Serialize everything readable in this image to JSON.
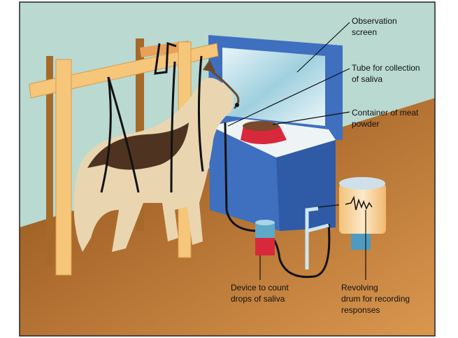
{
  "labels": {
    "observation_screen": "Observation\nscreen",
    "tube": "Tube for collection\nof saliva",
    "container": "Container of meat\npowder",
    "device": "Device to count\ndrops of saliva",
    "drum": "Revolving\ndrum for recording\nresponses"
  },
  "colors": {
    "wall": "#b9d9d1",
    "floor": "#b8732f",
    "box": "#3f6fbf",
    "bowl": "#d8283c",
    "wood": "#f6c67a"
  }
}
